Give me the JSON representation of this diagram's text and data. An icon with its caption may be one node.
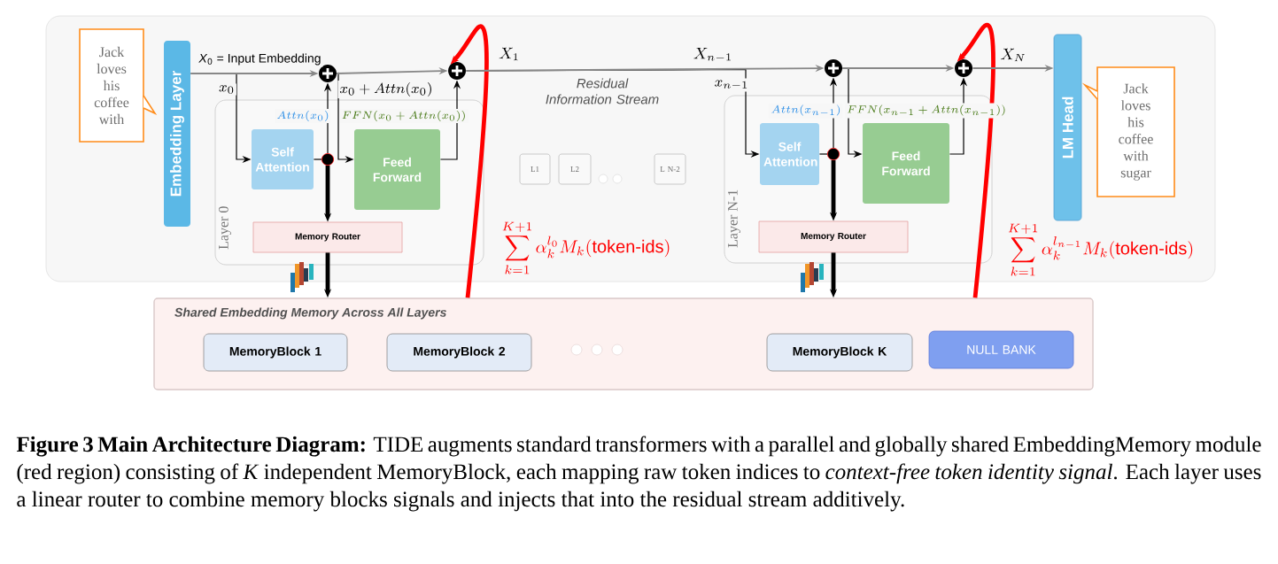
{
  "diagram": {
    "caption": "**Figure 3 Main Architecture Diagram:** TIDE augments standard transformers with a parallel and globally shared EmbeddingMemory module (red region) consisting of *K* independent MemoryBlock, each mapping raw token indices to *context-free token identity signal*. Each layer uses a linear router to combine memory blocks signals and injects that into the residual stream additively.",
    "nodes": [
      {
        "text": [
          "Jack loves his coffee with"
        ]
      },
      {
        "text": [
          "Embedding Layer"
        ]
      },
      {
        "text": [
          "Layer 0"
        ]
      },
      {
        "text": [
          "Self Attention"
        ],
        "in": 2
      },
      {
        "text": [
          "Feed Forward"
        ],
        "in": 2
      },
      {
        "text": [
          "Memory Router"
        ],
        "in": 2
      },
      {
        "text": [],
        "shape": "circle"
      },
      {
        "text": [],
        "shape": "circle"
      },
      {
        "text": [
          "L1"
        ]
      },
      {
        "text": [
          "L2"
        ]
      },
      {
        "text": [
          "L N-2"
        ]
      },
      {
        "text": [
          "Layer N-1"
        ]
      },
      {
        "text": [
          "Self Attention"
        ],
        "in": 11
      },
      {
        "text": [
          "Feed Forward"
        ],
        "in": 11
      },
      {
        "text": [
          "Memory Router"
        ],
        "in": 11
      },
      {
        "text": [],
        "shape": "circle"
      },
      {
        "text": [],
        "shape": "circle"
      },
      {
        "text": [
          "LM Head"
        ]
      },
      {
        "text": [
          "Jack loves his coffee with sugar"
        ]
      },
      {
        "text": [
          "Shared Embedding Memory Across All Layers"
        ]
      },
      {
        "text": [
          "MemoryBlock 1"
        ],
        "in": 19
      },
      {
        "text": [
          "MemoryBlock 2"
        ],
        "in": 19
      },
      {
        "text": [
          "MemoryBlock K"
        ],
        "in": 19
      },
      {
        "text": [
          "NULL BANK"
        ],
        "in": 19
      },
      {
        "text": [],
        "shape": "dot",
        "in": 2
      },
      {
        "text": [],
        "shape": "dot",
        "in": 11
      }
    ],
    "edges": [
      {
        "from": 1,
        "to": 6,
        "arrow": "to",
        "label": "*X*$_{0}$ = Input Embedding",
        "color": "#888888"
      },
      {
        "from": 1,
        "to": 3,
        "arrow": "to",
        "label": "x_0"
      },
      {
        "from": 24,
        "to": 6,
        "arrow": "to",
        "label": "Attn(x_0)"
      },
      {
        "from": 24,
        "to": 5,
        "arrow": "to",
        "style": "thick"
      },
      {
        "from": 6,
        "to": 7,
        "arrow": "to",
        "label": "x_0 + Attn(x_0)",
        "color": "#888888"
      },
      {
        "from": 6,
        "to": 4,
        "arrow": "to"
      },
      {
        "from": 4,
        "to": 7,
        "arrow": "to",
        "label": "FFN(x_0 + Attn(x_0))"
      },
      {
        "from": 5,
        "to": 19,
        "arrow": "to",
        "style": "thick"
      },
      {
        "from": 19,
        "to": 7,
        "arrow": "to",
        "style": "thick",
        "color": "#ff0000"
      },
      {
        "from": 7,
        "to": 15,
        "arrow": "to",
        "color": "#888888"
      },
      {
        "from": 7,
        "to": 12,
        "arrow": "to",
        "label": "x_{n-1}"
      },
      {
        "from": 25,
        "to": 15,
        "arrow": "to",
        "label": "Attn(x_{n-1})"
      },
      {
        "from": 25,
        "to": 14,
        "arrow": "to",
        "style": "thick"
      },
      {
        "from": 15,
        "to": 16,
        "arrow": "to",
        "color": "#888888"
      },
      {
        "from": 15,
        "to": 13,
        "arrow": "to"
      },
      {
        "from": 13,
        "to": 16,
        "arrow": "to",
        "label": "FFN(x_{n-1} + Attn(x_{n-1}))"
      },
      {
        "from": 14,
        "to": 19,
        "arrow": "to",
        "style": "thick"
      },
      {
        "from": 19,
        "to": 16,
        "arrow": "to",
        "style": "thick",
        "color": "#ff0000"
      },
      {
        "from": 16,
        "to": 17,
        "arrow": "to",
        "label": "X_N",
        "color": "#888888"
      },
      {
        "from": 3,
        "to": 24,
        "arrow": "none"
      },
      {
        "from": 12,
        "to": 25,
        "arrow": "none"
      }
    ],
    "labels": [
      "X_1",
      "X_{n-1}",
      "Residual Information Stream",
      "\\sum_{k=1}^{K+1} \\alpha_k^{l_0} M_k(\\text{token-ids})",
      "\\sum_{k=1}^{K+1} \\alpha_k^{l_{n-1}} M_k(\\text{token-ids})"
    ]
  }
}
